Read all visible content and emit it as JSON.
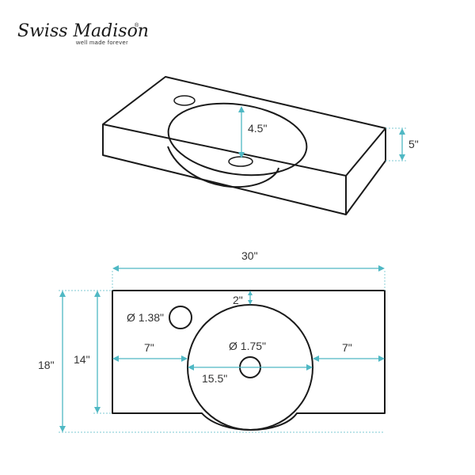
{
  "brand": {
    "name": "Swiss Madison",
    "registered": "®",
    "tagline": "well made forever"
  },
  "isometric_view": {
    "bowl_depth": "4.5\"",
    "basin_height": "5\""
  },
  "top_view": {
    "overall_width": "30\"",
    "overall_depth": "18\"",
    "top_depth": "14\"",
    "bowl_offset_top": "2\"",
    "faucet_hole": "Ø 1.38\"",
    "drain_hole": "Ø 1.75\"",
    "left_margin": "7\"",
    "right_margin": "7\"",
    "bowl_diameter": "15.5\""
  },
  "colors": {
    "dimension_line": "#4fb8c4",
    "outline": "#1a1a1a"
  }
}
